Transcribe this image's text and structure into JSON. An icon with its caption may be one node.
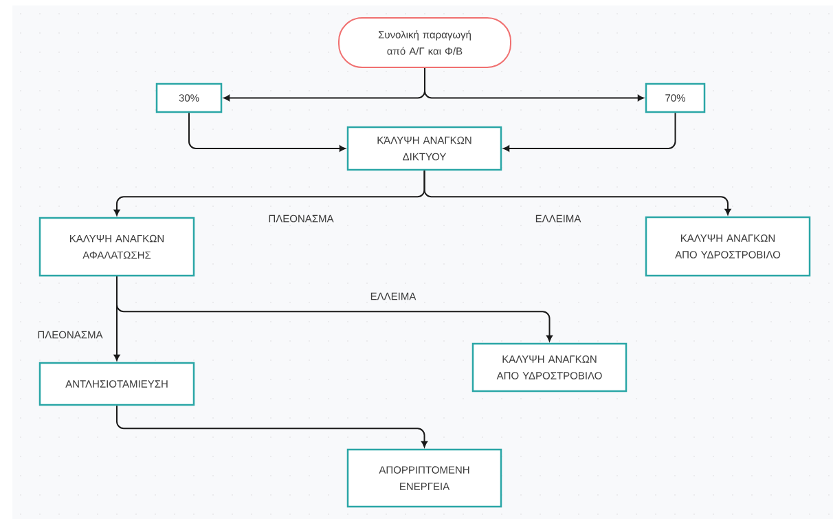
{
  "diagram": {
    "nodes": [
      {
        "text": [
          "Συνολική παραγωγή από Α/Γ και Φ/Β"
        ]
      },
      {
        "text": [
          "30%"
        ]
      },
      {
        "text": [
          "70%"
        ]
      },
      {
        "text": [
          "ΚΆΛΥΨΗ ΑΝΑΓΚΩΝ ΔΙΚΤΥΟΥ"
        ]
      },
      {
        "text": [
          "ΚΑΛΥΨΗ ΑΝΑΓΚΩΝ ΑΦΑΛΑΤΩΣΗΣ"
        ]
      },
      {
        "text": [
          "ΚΑΛΥΨΗ ΑΝΑΓΚΩΝ ΑΠΟ ΥΔΡΟΣΤΡΟΒΙΛΟ"
        ]
      },
      {
        "text": [
          "ΚΑΛΥΨΗ ΑΝΑΓΚΩΝ ΑΠΟ ΥΔΡΟΣΤΡΟΒΙΛΟ"
        ]
      },
      {
        "text": [
          "ΑΝΤΛΗΣΙΟΤΑΜΙΕΥΣΗ"
        ]
      },
      {
        "text": [
          "ΑΠΟΡΡΙΠΤΟΜΕΝΗ ΕΝΕΡΓΕΙΑ"
        ]
      }
    ],
    "edges": [
      {
        "from": 0,
        "to": 1,
        "arrow": "to"
      },
      {
        "from": 0,
        "to": 2,
        "arrow": "to"
      },
      {
        "from": 1,
        "to": 3,
        "arrow": "to"
      },
      {
        "from": 2,
        "to": 3,
        "arrow": "to"
      },
      {
        "from": 3,
        "to": 4,
        "arrow": "to",
        "label": "ΠΛΕΟΝΑΣΜΑ"
      },
      {
        "from": 3,
        "to": 5,
        "arrow": "to",
        "label": "ΕΛΛΕΙΜΑ"
      },
      {
        "from": 4,
        "to": 6,
        "arrow": "to",
        "label": "ΕΛΛΕΙΜΑ"
      },
      {
        "from": 4,
        "to": 7,
        "arrow": "to",
        "label": "ΠΛΕΟΝΑΣΜΑ"
      },
      {
        "from": 7,
        "to": 8,
        "arrow": "to"
      }
    ]
  }
}
